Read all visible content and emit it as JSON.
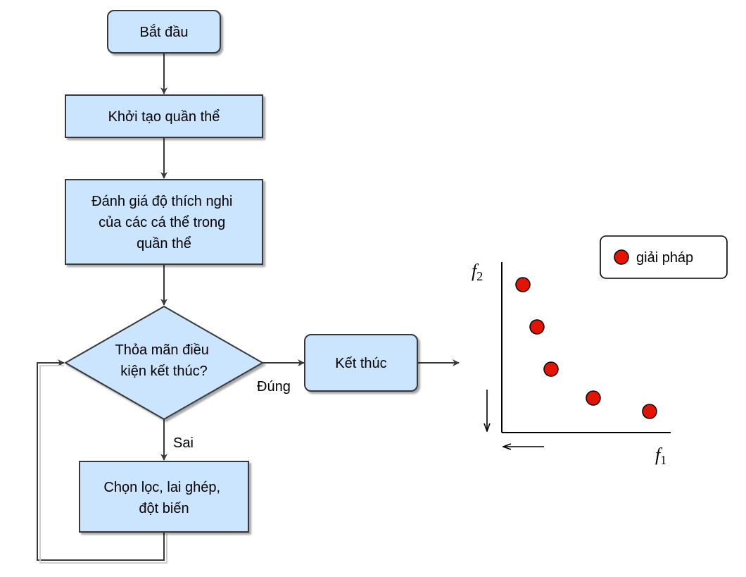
{
  "flowchart": {
    "start": "Bắt đầu",
    "init": "Khởi tạo quần thể",
    "evaluate": [
      "Đánh giá độ thích nghi",
      "của các cá thể trong",
      "quần thể"
    ],
    "condition": [
      "Thỏa mãn điều",
      "kiện kết thúc?"
    ],
    "end": "Kết thúc",
    "operators": [
      "Chọn lọc, lai ghép,",
      "đột biến"
    ],
    "yes_label": "Đúng",
    "no_label": "Sai"
  },
  "plot": {
    "legend": "giải pháp",
    "x_axis_label": "f",
    "x_axis_sub": "1",
    "y_axis_label": "f",
    "y_axis_sub": "2"
  },
  "colors": {
    "box_fill": "#cce5ff",
    "box_stroke": "#36393d",
    "point_fill": "#e51400",
    "point_stroke": "#000000"
  }
}
